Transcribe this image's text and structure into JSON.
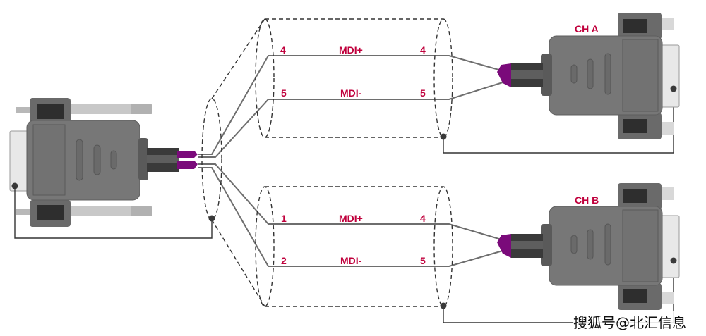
{
  "diagram": {
    "channels": [
      {
        "name": "CH A",
        "wires": [
          {
            "left_pin": "4",
            "signal": "MDI+",
            "right_pin": "4"
          },
          {
            "left_pin": "5",
            "signal": "MDI-",
            "right_pin": "5"
          }
        ]
      },
      {
        "name": "CH B",
        "wires": [
          {
            "left_pin": "1",
            "signal": "MDI+",
            "right_pin": "4"
          },
          {
            "left_pin": "2",
            "signal": "MDI-",
            "right_pin": "5"
          }
        ]
      }
    ],
    "colors": {
      "label": "#c0003c",
      "wire": "#6e6e6e",
      "connector_body": "#7a7a7a",
      "connector_dark": "#3c3c3c",
      "cable_boot": "#7a0a7a",
      "shield_dash": "#333333"
    }
  },
  "watermark": "搜狐号@北汇信息"
}
